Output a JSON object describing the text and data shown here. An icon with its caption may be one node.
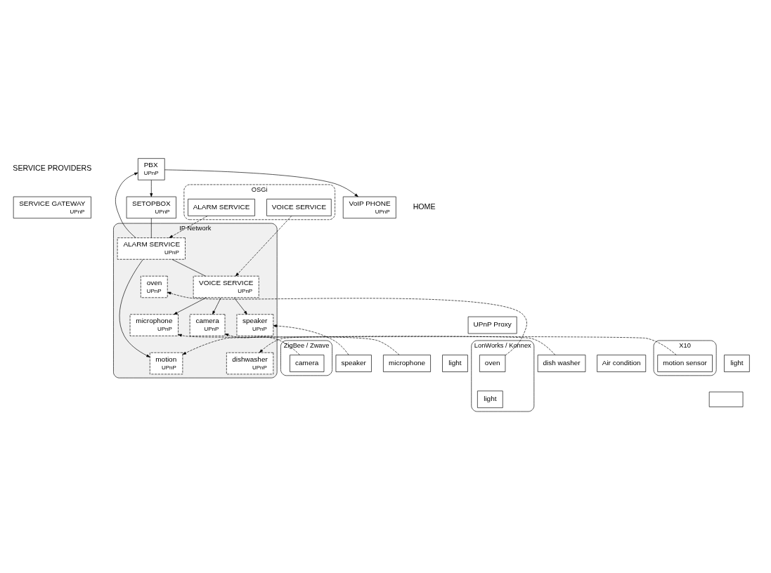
{
  "diagram": {
    "nodes": [
      {
        "text": [
          "OSGi"
        ]
      },
      {
        "text": [
          "ALARM SERVICE"
        ],
        "in": 0
      },
      {
        "text": [
          "VOICE SERVICE"
        ],
        "in": 0
      },
      {
        "text": [
          "SERVICE GATEWAY",
          "UPnP"
        ]
      },
      {
        "text": [
          "IP Network"
        ]
      },
      {
        "text": [
          "SETOPBOX",
          "UPnP"
        ]
      },
      {
        "text": [
          "ALARM SERVICE",
          "UPnP"
        ],
        "in": 4
      },
      {
        "text": [
          "VOICE SERVICE",
          "UPnP"
        ],
        "in": 4
      },
      {
        "text": [
          "speaker",
          "UPnP"
        ],
        "in": 4
      },
      {
        "text": [
          "camera",
          "UPnP"
        ],
        "in": 4
      },
      {
        "text": [
          "oven",
          "UPnP"
        ],
        "in": 4
      },
      {
        "text": [
          "dishwasher",
          "UPnP"
        ],
        "in": 4
      },
      {
        "text": [
          "motion",
          "UPnP"
        ],
        "in": 4
      },
      {
        "text": [
          "microphone",
          "UPnP"
        ],
        "in": 4
      },
      {
        "text": [
          "PBX",
          "UPnP"
        ]
      },
      {
        "text": [
          "VoIP PHONE",
          "UPnP"
        ]
      },
      {
        "text": [
          "UPnP Proxy"
        ]
      },
      {
        "text": [
          "ZigBee / Zwave"
        ]
      },
      {
        "text": [
          "light"
        ]
      },
      {
        "text": [
          "camera"
        ],
        "in": 17
      },
      {
        "text": [
          "speaker"
        ]
      },
      {
        "text": [
          "LonWorks / Konnex"
        ]
      },
      {
        "text": [
          "oven"
        ],
        "in": 21
      },
      {
        "text": [
          "dish washer"
        ]
      },
      {
        "text": [
          "Air condition"
        ]
      },
      {
        "text": [
          "light"
        ],
        "in": 21
      },
      {
        "text": [
          "X10"
        ]
      },
      {
        "text": [
          "light"
        ]
      },
      {
        "text": [
          "motion sensor"
        ],
        "in": 26
      },
      {
        "text": [
          "microphone"
        ]
      },
      {
        "text": [],
        "shape": "box"
      }
    ],
    "edges": [
      {
        "from": 1,
        "to": 6,
        "arrow": "to",
        "style": "dashed"
      },
      {
        "from": 2,
        "to": 7,
        "arrow": "to",
        "style": "dashed"
      },
      {
        "from": 5,
        "to": 6,
        "arrow": "none"
      },
      {
        "from": 6,
        "to": 7,
        "arrow": "none"
      },
      {
        "from": 7,
        "to": 8,
        "arrow": "to"
      },
      {
        "from": 7,
        "to": 9,
        "arrow": "to"
      },
      {
        "from": 7,
        "to": 13,
        "arrow": "to"
      },
      {
        "from": 6,
        "to": 12,
        "arrow": "to"
      },
      {
        "from": 6,
        "to": 14,
        "arrow": "to"
      },
      {
        "from": 14,
        "to": 5,
        "arrow": "to"
      },
      {
        "from": 14,
        "to": 15,
        "arrow": "to"
      },
      {
        "from": 20,
        "to": 8,
        "arrow": "to",
        "style": "dashed"
      },
      {
        "from": 19,
        "to": 9,
        "arrow": "to",
        "style": "dashed"
      },
      {
        "from": 22,
        "to": 10,
        "arrow": "to",
        "style": "dashed"
      },
      {
        "from": 23,
        "to": 11,
        "arrow": "to",
        "style": "dashed"
      },
      {
        "from": 28,
        "to": 12,
        "arrow": "to",
        "style": "dashed"
      },
      {
        "from": 29,
        "to": 13,
        "arrow": "to",
        "style": "dashed"
      }
    ],
    "labels": [
      "SERVICE PROVIDERS",
      "HOME"
    ]
  }
}
